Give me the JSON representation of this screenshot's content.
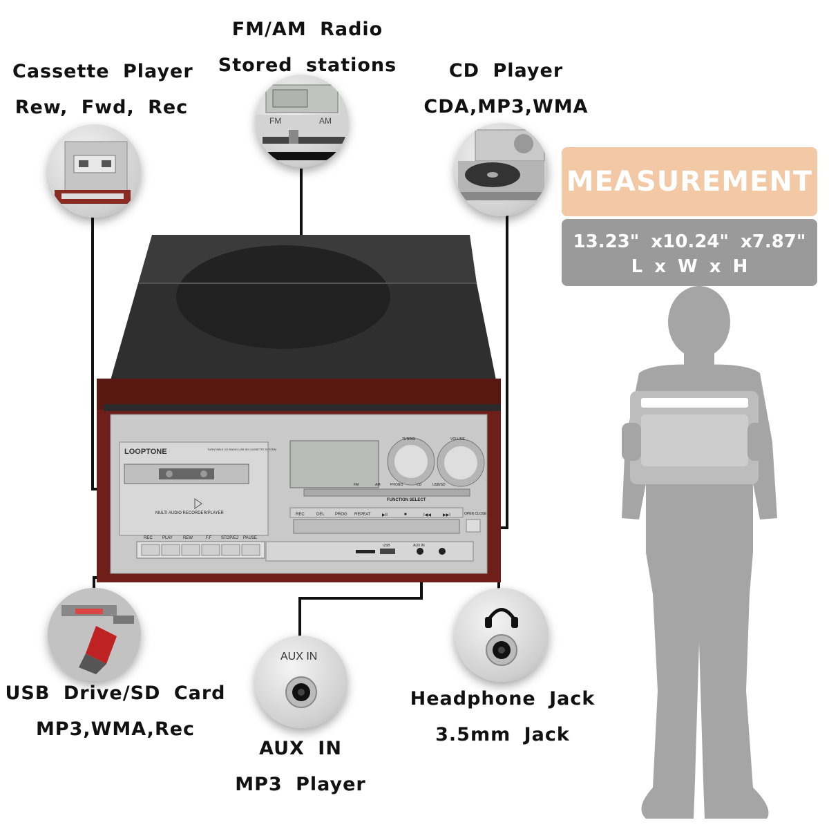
{
  "labels": {
    "cassette_title": "Cassette Player",
    "cassette_sub": "Rew, Fwd, Rec",
    "radio_title": "FM/AM Radio",
    "radio_sub": "Stored stations",
    "cd_title": "CD Player",
    "cd_sub": "CDA,MP3,WMA",
    "usb_title": "USB Drive/SD Card",
    "usb_sub": "MP3,WMA,Rec",
    "aux_title": "AUX IN",
    "aux_sub": "MP3 Player",
    "headphone_title": "Headphone Jack",
    "headphone_sub": "3.5mm Jack"
  },
  "measurement": {
    "title": "MEASUREMENT",
    "dimensions": "13.23\" x10.24\" x7.87\"",
    "axes": "L x W x H",
    "title_bg": "#f2c8a5",
    "box_bg": "#9a9a9a"
  },
  "device": {
    "brand": "LOOPTONE",
    "model_line": "TURNTABLE CD RADIO USB SD CASSETTE SYSTEM",
    "cassette_caption": "MULTI AUDIO RECORDER/PLAYER",
    "function_select": "FUNCTION SELECT",
    "function_buttons": [
      "FM",
      "AM",
      "PHONO",
      "CD",
      "USB/SD"
    ],
    "cd_buttons": [
      "REC",
      "DEL",
      "PROG",
      "REPEAT",
      "▶II",
      "■",
      "I◀◀",
      "▶▶I"
    ],
    "open_close": "OPEN CLOSE",
    "deck_buttons": [
      "REC",
      "PLAY",
      "REW",
      "F.F",
      "STOP/EJ",
      "PAUSE"
    ],
    "knob_labels": [
      "TUNING",
      "VOLUME"
    ],
    "aux_jack": "AUX IN",
    "usb_port": "USB",
    "body_color": "#6e1f1a",
    "panel_color": "#c9c9c9"
  },
  "callouts": {
    "fm": "FM",
    "am": "AM",
    "aux": "AUX IN",
    "headphone_icon": "headphone-icon"
  }
}
